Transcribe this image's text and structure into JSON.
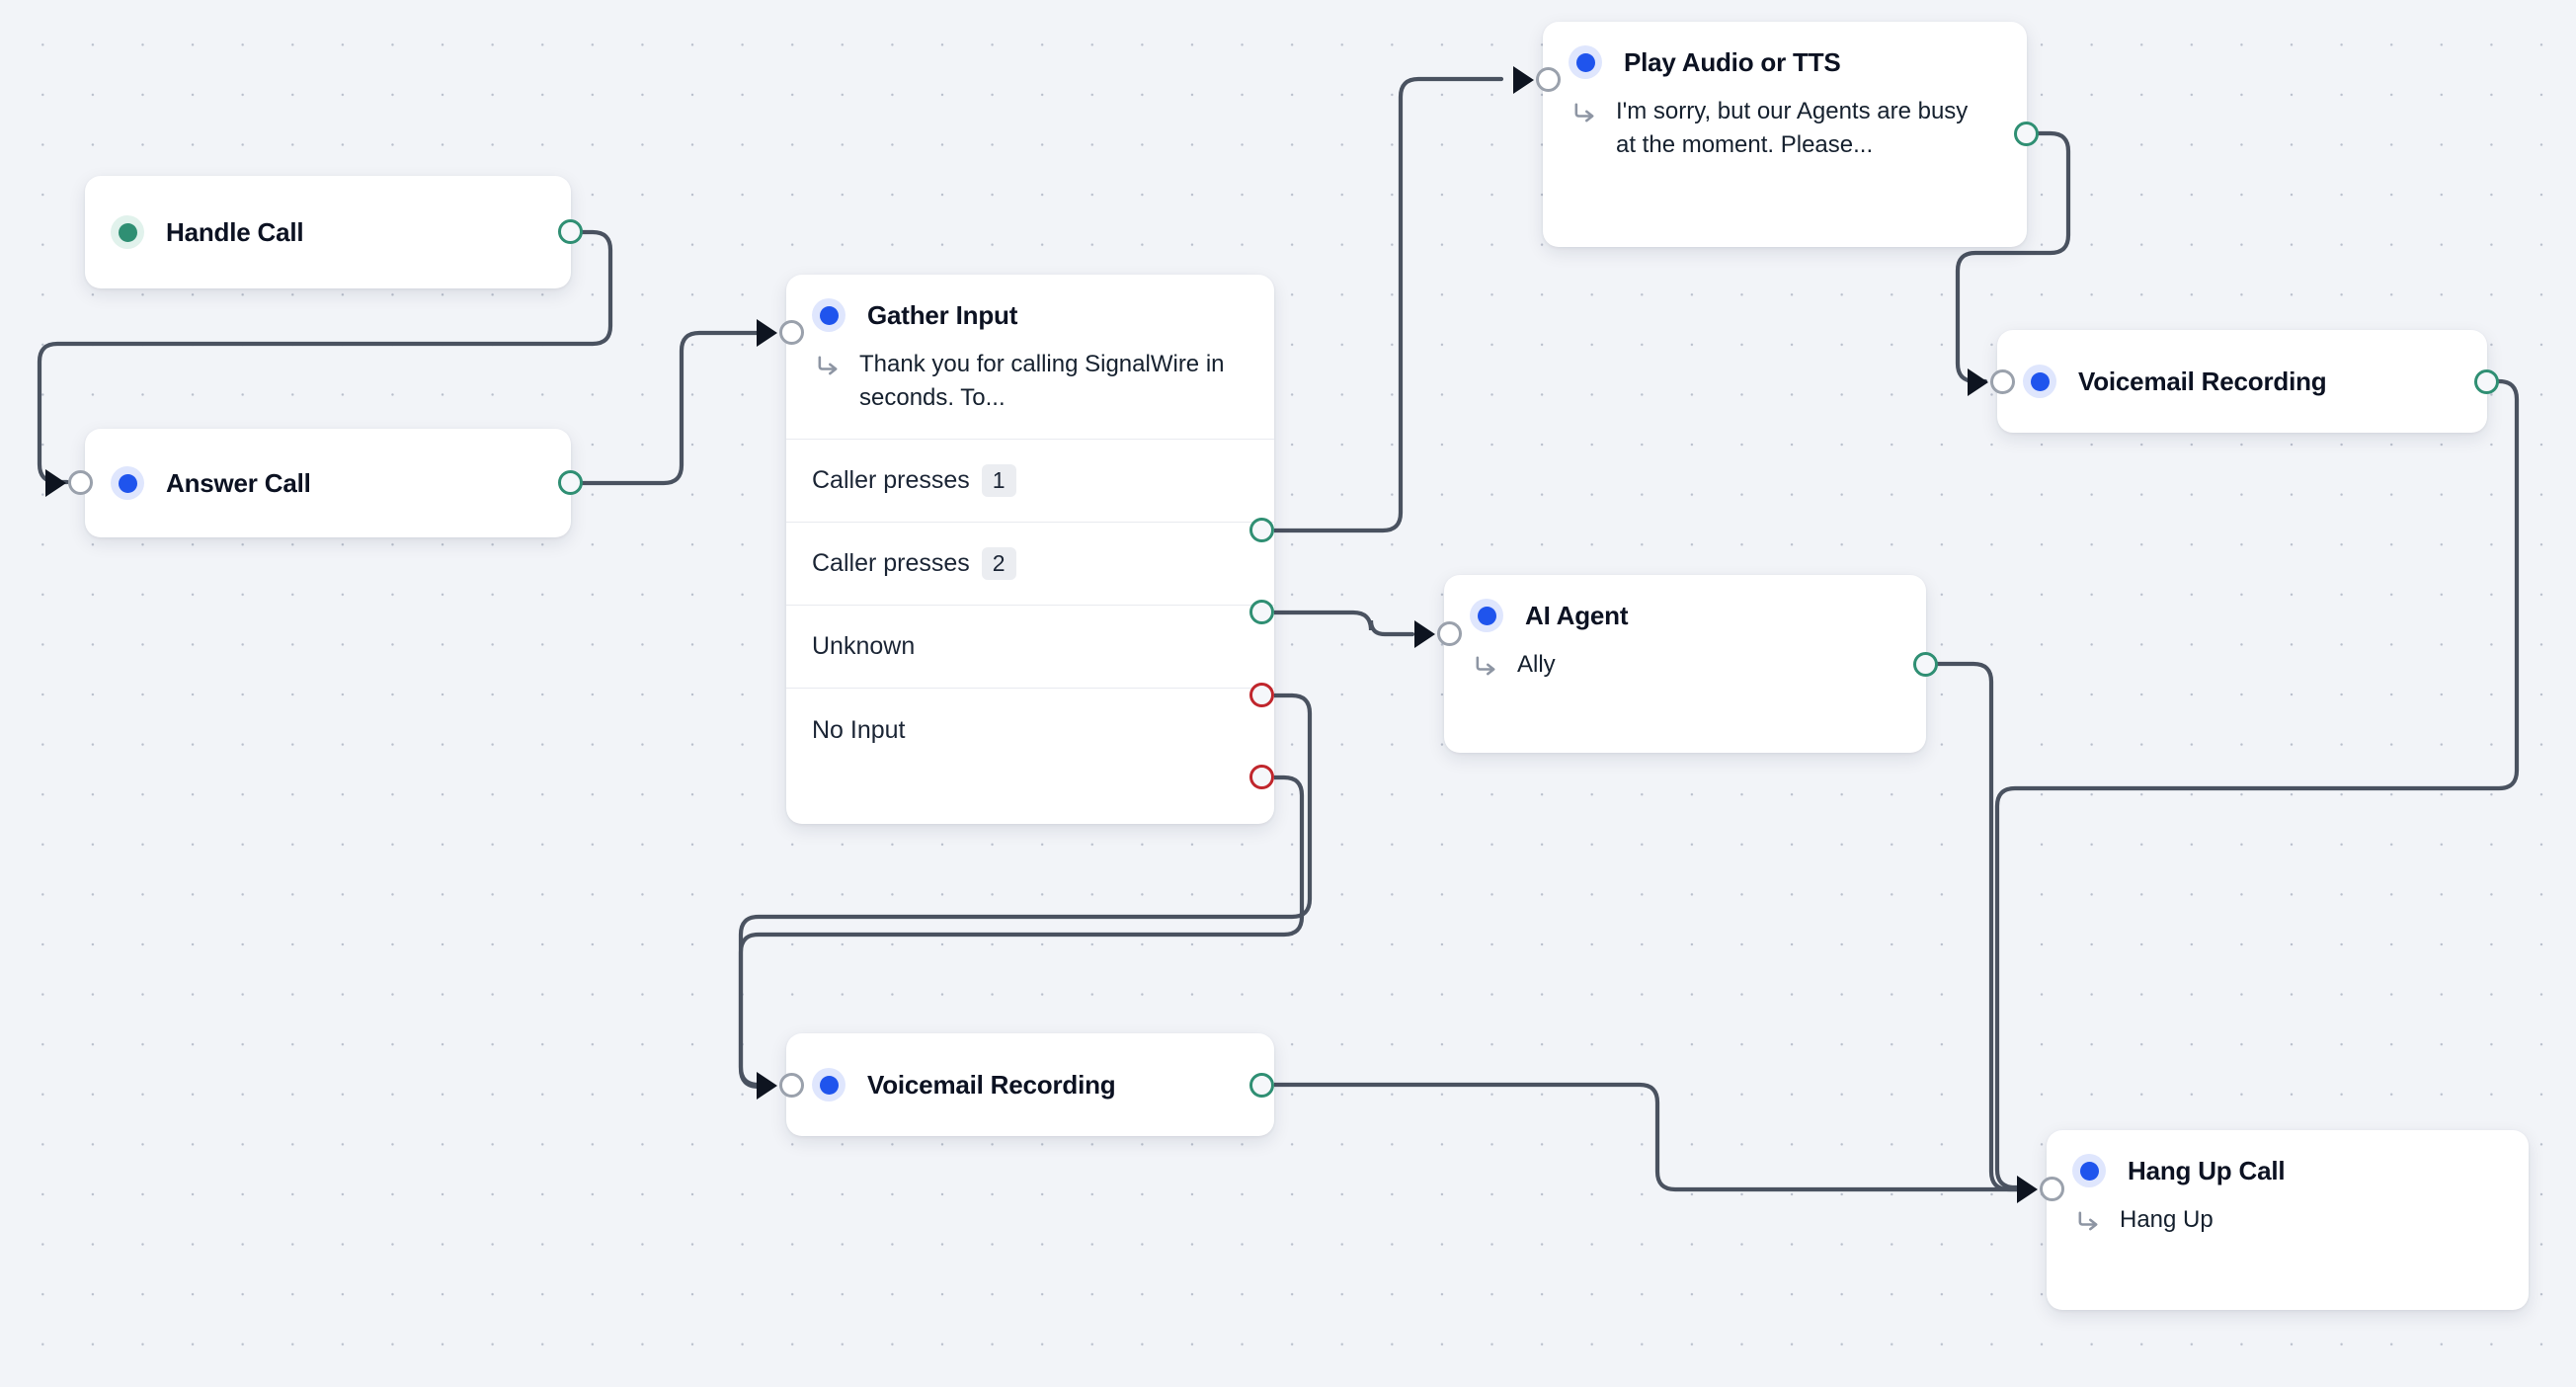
{
  "canvas": {
    "background_color": "#f2f4f8",
    "dot_color": "#b9bfcc",
    "edge_color": "#4a5260"
  },
  "palette": {
    "node_blue": "#1f54ed",
    "node_green": "#2f8f73",
    "port_green": "#2f8f73",
    "port_red": "#c0262c",
    "port_gray": "#9aa1ac",
    "badge_bg": "#ebedf1",
    "card_bg": "#ffffff"
  },
  "nodes": [
    {
      "id": "handle-call",
      "title": "Handle Call",
      "dot_color": "green",
      "icon": "green-status-dot-icon",
      "has_input": false,
      "has_output": true
    },
    {
      "id": "answer-call",
      "title": "Answer Call",
      "dot_color": "blue",
      "icon": "blue-status-dot-icon",
      "has_input": true,
      "has_output": true
    },
    {
      "id": "gather-input",
      "title": "Gather Input",
      "dot_color": "blue",
      "icon": "blue-status-dot-icon",
      "subtitle_icon": "arrow-turn-down-right-icon",
      "subtitle": "Thank you for calling SignalWire in seconds. To...",
      "has_input": true,
      "rows": [
        {
          "label": "Caller presses",
          "badge": "1",
          "port": "green"
        },
        {
          "label": "Caller presses",
          "badge": "2",
          "port": "green"
        },
        {
          "label": "Unknown",
          "badge": "",
          "port": "red"
        },
        {
          "label": "No Input",
          "badge": "",
          "port": "red"
        }
      ]
    },
    {
      "id": "play-audio-or-tts",
      "title": "Play Audio or TTS",
      "dot_color": "blue",
      "icon": "blue-status-dot-icon",
      "subtitle_icon": "arrow-turn-down-right-icon",
      "subtitle": "I'm sorry, but our Agents are busy at the moment. Please...",
      "has_input": true,
      "has_output": true
    },
    {
      "id": "voicemail-recording-right",
      "title": "Voicemail Recording",
      "dot_color": "blue",
      "icon": "blue-status-dot-icon",
      "has_input": true,
      "has_output": true
    },
    {
      "id": "ai-agent",
      "title": "AI Agent",
      "dot_color": "blue",
      "icon": "blue-status-dot-icon",
      "subtitle_icon": "arrow-turn-down-right-icon",
      "subtitle": "Ally",
      "has_input": true,
      "has_output": true
    },
    {
      "id": "voicemail-recording-bottom",
      "title": "Voicemail Recording",
      "dot_color": "blue",
      "icon": "blue-status-dot-icon",
      "has_input": true,
      "has_output": true
    },
    {
      "id": "hang-up-call",
      "title": "Hang Up Call",
      "dot_color": "blue",
      "icon": "blue-status-dot-icon",
      "subtitle_icon": "arrow-turn-down-right-icon",
      "subtitle": "Hang Up",
      "has_input": true
    }
  ],
  "edges": [
    {
      "from": "handle-call",
      "to": "answer-call"
    },
    {
      "from": "answer-call",
      "to": "gather-input"
    },
    {
      "from": "gather-input.caller-presses-1",
      "to": "play-audio-or-tts"
    },
    {
      "from": "gather-input.caller-presses-2",
      "to": "ai-agent"
    },
    {
      "from": "gather-input.unknown",
      "to": "voicemail-recording-bottom"
    },
    {
      "from": "gather-input.no-input",
      "to": "voicemail-recording-bottom"
    },
    {
      "from": "play-audio-or-tts",
      "to": "voicemail-recording-right"
    },
    {
      "from": "voicemail-recording-right",
      "to": "hang-up-call"
    },
    {
      "from": "ai-agent",
      "to": "hang-up-call"
    },
    {
      "from": "voicemail-recording-bottom",
      "to": "hang-up-call"
    }
  ]
}
